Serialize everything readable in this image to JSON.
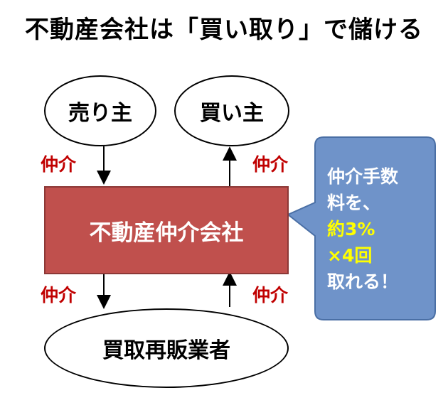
{
  "title": "不動産会社は「買い取り」で儲ける",
  "nodes": {
    "seller": "売り主",
    "buyer": "買い主",
    "agency": "不動産仲介会社",
    "reseller": "買取再販業者"
  },
  "labels": {
    "top_left": "仲介",
    "top_right": "仲介",
    "bottom_left": "仲介",
    "bottom_right": "仲介"
  },
  "callout": {
    "line1": "仲介手数",
    "line2": "料を、",
    "line3": "約3%",
    "line4": "×4回",
    "line5": "取れる！"
  },
  "colors": {
    "agency_fill": "#c0504d",
    "callout_fill": "#6f93c9",
    "label_red": "#c00000",
    "highlight_yellow": "#ffff00"
  }
}
